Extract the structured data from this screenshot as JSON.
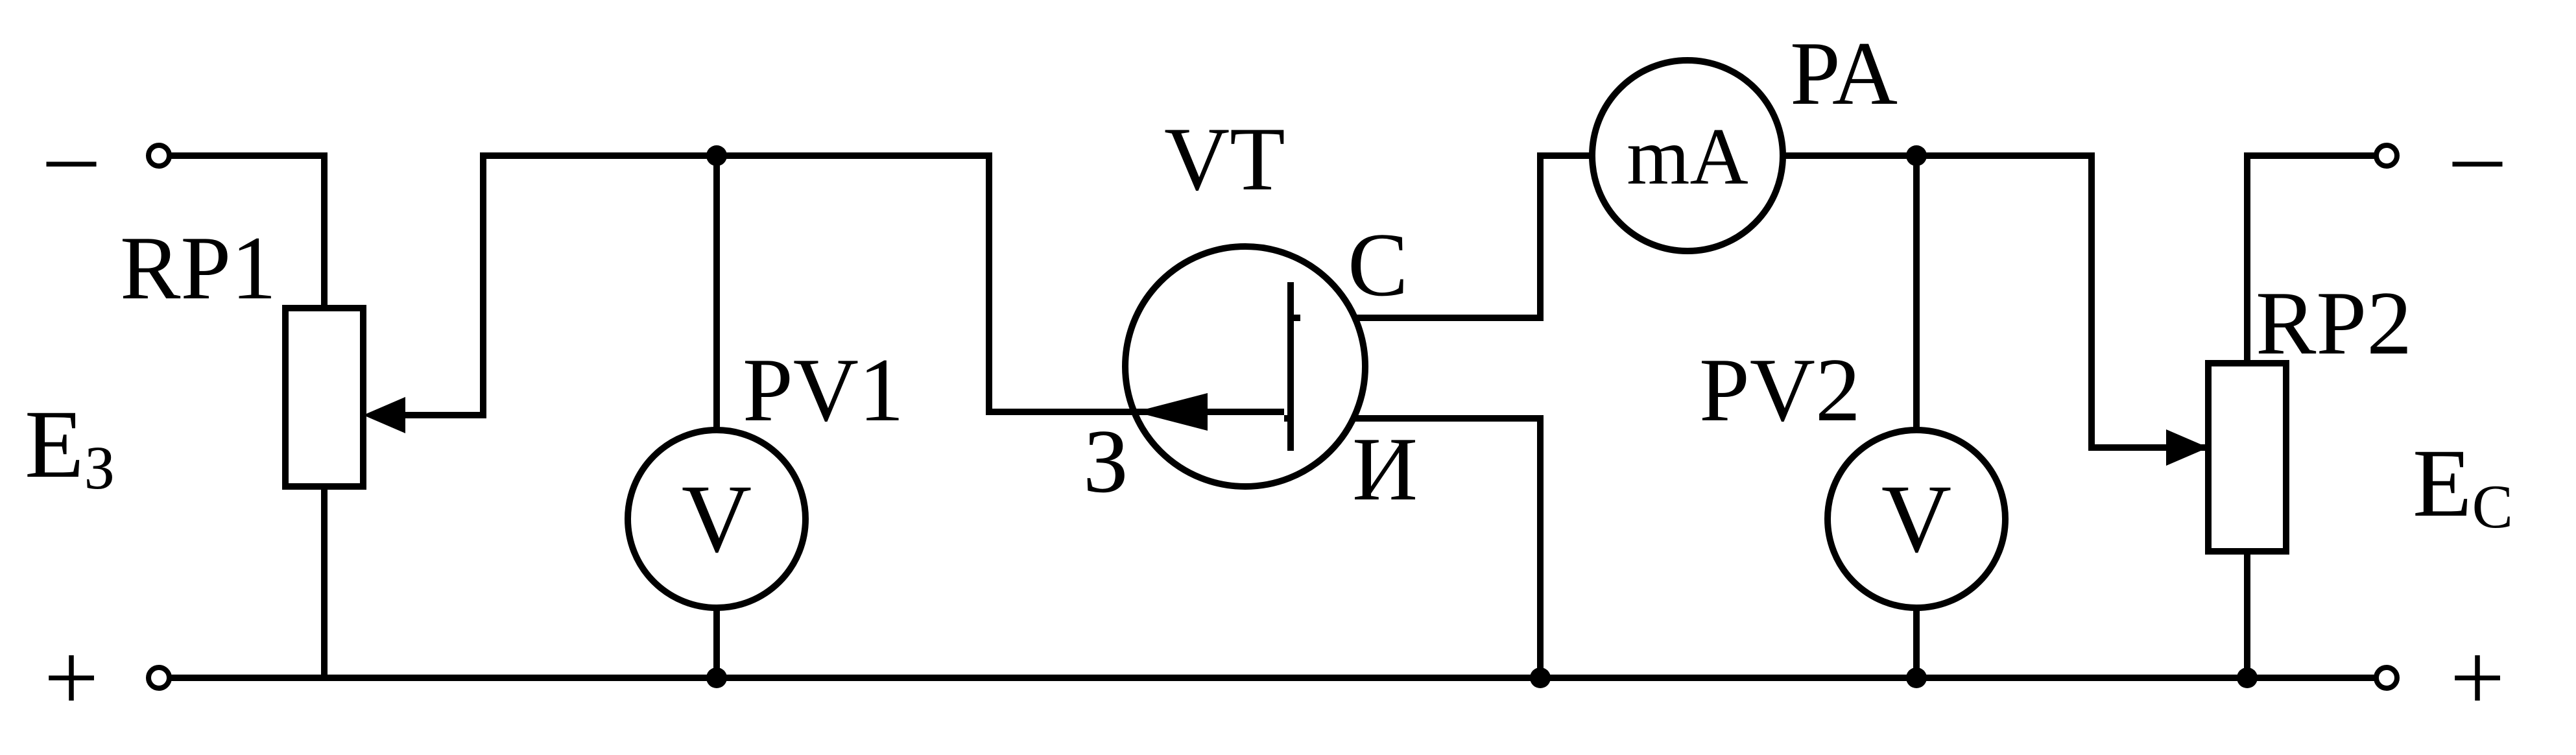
{
  "diagram": {
    "labels": {
      "source_gate": "E",
      "source_gate_sub": "З",
      "source_drain": "E",
      "source_drain_sub": "C",
      "rp1": "RP1",
      "rp2": "RP2",
      "pv1": "PV1",
      "pv2": "PV2",
      "pa": "PA",
      "vt": "VT",
      "gate": "З",
      "drain": "C",
      "source": "И",
      "minus_left": "–",
      "plus_left": "+",
      "minus_right": "–",
      "plus_right": "+"
    },
    "meters": {
      "voltmeter_symbol_1": "V",
      "voltmeter_symbol_2": "V",
      "ammeter_symbol": "mA"
    }
  }
}
